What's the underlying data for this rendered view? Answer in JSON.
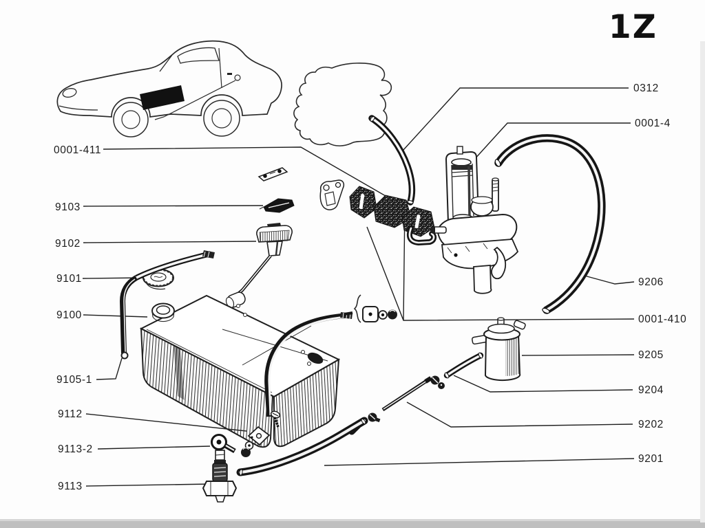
{
  "page": {
    "code": "1Z",
    "paper_color": "#fdfdfd",
    "ink_color": "#1a1a1a",
    "scan_edge_color": "#bdbdbd",
    "description_icons": {
      "car_inset": "car-location-inset",
      "panel_outline": "body-panel-outline"
    }
  },
  "callouts": {
    "left": [
      {
        "label": "0001-411"
      },
      {
        "label": "9103"
      },
      {
        "label": "9102"
      },
      {
        "label": "9101"
      },
      {
        "label": "9100"
      },
      {
        "label": "9105-1"
      },
      {
        "label": "9112"
      },
      {
        "label": "9113-2"
      },
      {
        "label": "9113"
      }
    ],
    "right": [
      {
        "label": "0312"
      },
      {
        "label": "0001-4"
      },
      {
        "label": "9206"
      },
      {
        "label": "0001-410"
      },
      {
        "label": "9205"
      },
      {
        "label": "9204"
      },
      {
        "label": "9202"
      },
      {
        "label": "9201"
      }
    ]
  }
}
